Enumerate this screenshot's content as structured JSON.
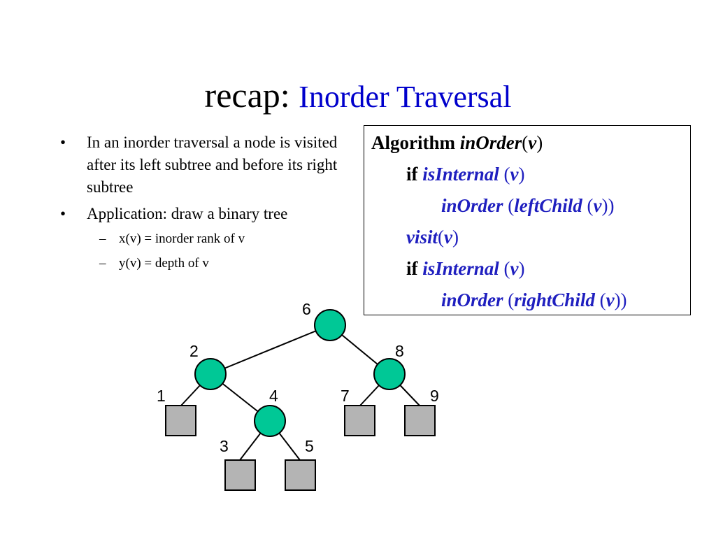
{
  "title": {
    "prefix": "recap:",
    "main": "Inorder Traversal"
  },
  "bullets": [
    {
      "text": "In an inorder traversal a node is visited after its left subtree and before its right subtree"
    },
    {
      "text": "Application: draw a binary tree"
    }
  ],
  "bullet_symbol": "•",
  "sub_bullets": [
    {
      "text": "x(v) = inorder rank of v"
    },
    {
      "text": "y(v) = depth of v"
    }
  ],
  "sub_bullet_symbol": "–",
  "algorithm": {
    "keyword_algorithm": "Algorithm",
    "func_name": "inOrder",
    "param": "v",
    "keyword_if": "if",
    "is_internal": "isInternal",
    "left_child": "leftChild",
    "right_child": "rightChild",
    "visit": "visit"
  },
  "tree": {
    "node_labels": [
      "6",
      "2",
      "8",
      "1",
      "4",
      "7",
      "9",
      "3",
      "5"
    ],
    "internal_color": "#00c896",
    "leaf_color": "#b4b4b4"
  }
}
